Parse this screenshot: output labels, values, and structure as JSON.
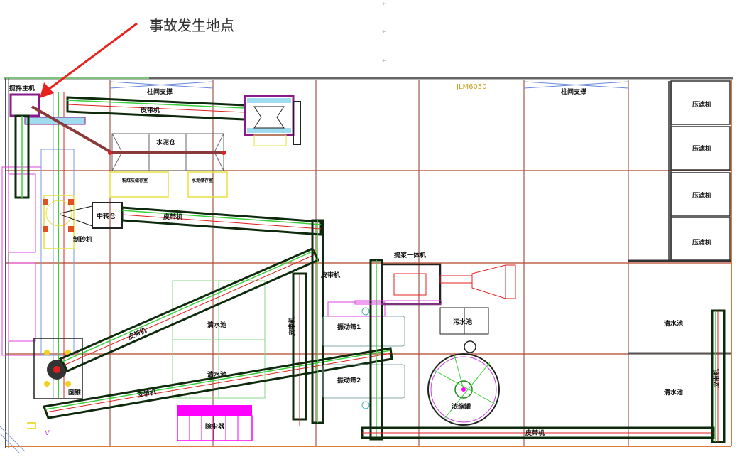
{
  "callout": {
    "label": "事故发生地点",
    "arrow_color": "#e8231f"
  },
  "drawing": {
    "model": "JLM6050",
    "labels": {
      "mixer": "搅拌主机",
      "column_brace_1": "柱间支撑",
      "column_brace_2": "柱间支撑",
      "cement_silo": "水泥仓",
      "flyash_room": "粉煤灰储存室",
      "cement_room": "水泥储存室",
      "transfer_bin": "中转仓",
      "sand_maker": "制砂机",
      "cone": "圆锥",
      "dust_collector": "除尘器",
      "slurry_machine": "提浆一体机",
      "sewage_pool": "污水池",
      "thickener": "浓缩罐",
      "screen_1": "振动筛1",
      "screen_2": "振动筛2",
      "clear_pool_1": "清水池",
      "clear_pool_2": "清水池",
      "clear_pool_3": "清水池",
      "clear_pool_4": "清水池",
      "filter_press_1": "压滤机",
      "filter_press_2": "压滤机",
      "filter_press_3": "压滤机",
      "filter_press_4": "压滤机",
      "belt_1": "皮带机",
      "belt_2": "皮带机",
      "belt_3": "皮带机",
      "belt_4": "皮带机",
      "belt_5": "皮带机",
      "belt_6": "皮带机",
      "belt_7": "皮带机",
      "belt_8": "皮带机"
    },
    "colors": {
      "grid": "#b5452a",
      "belt": "#0d2a0d",
      "belt_core": "#3bd13b",
      "dust_collector": "#ff00ff",
      "model_text": "#c8a020"
    }
  }
}
